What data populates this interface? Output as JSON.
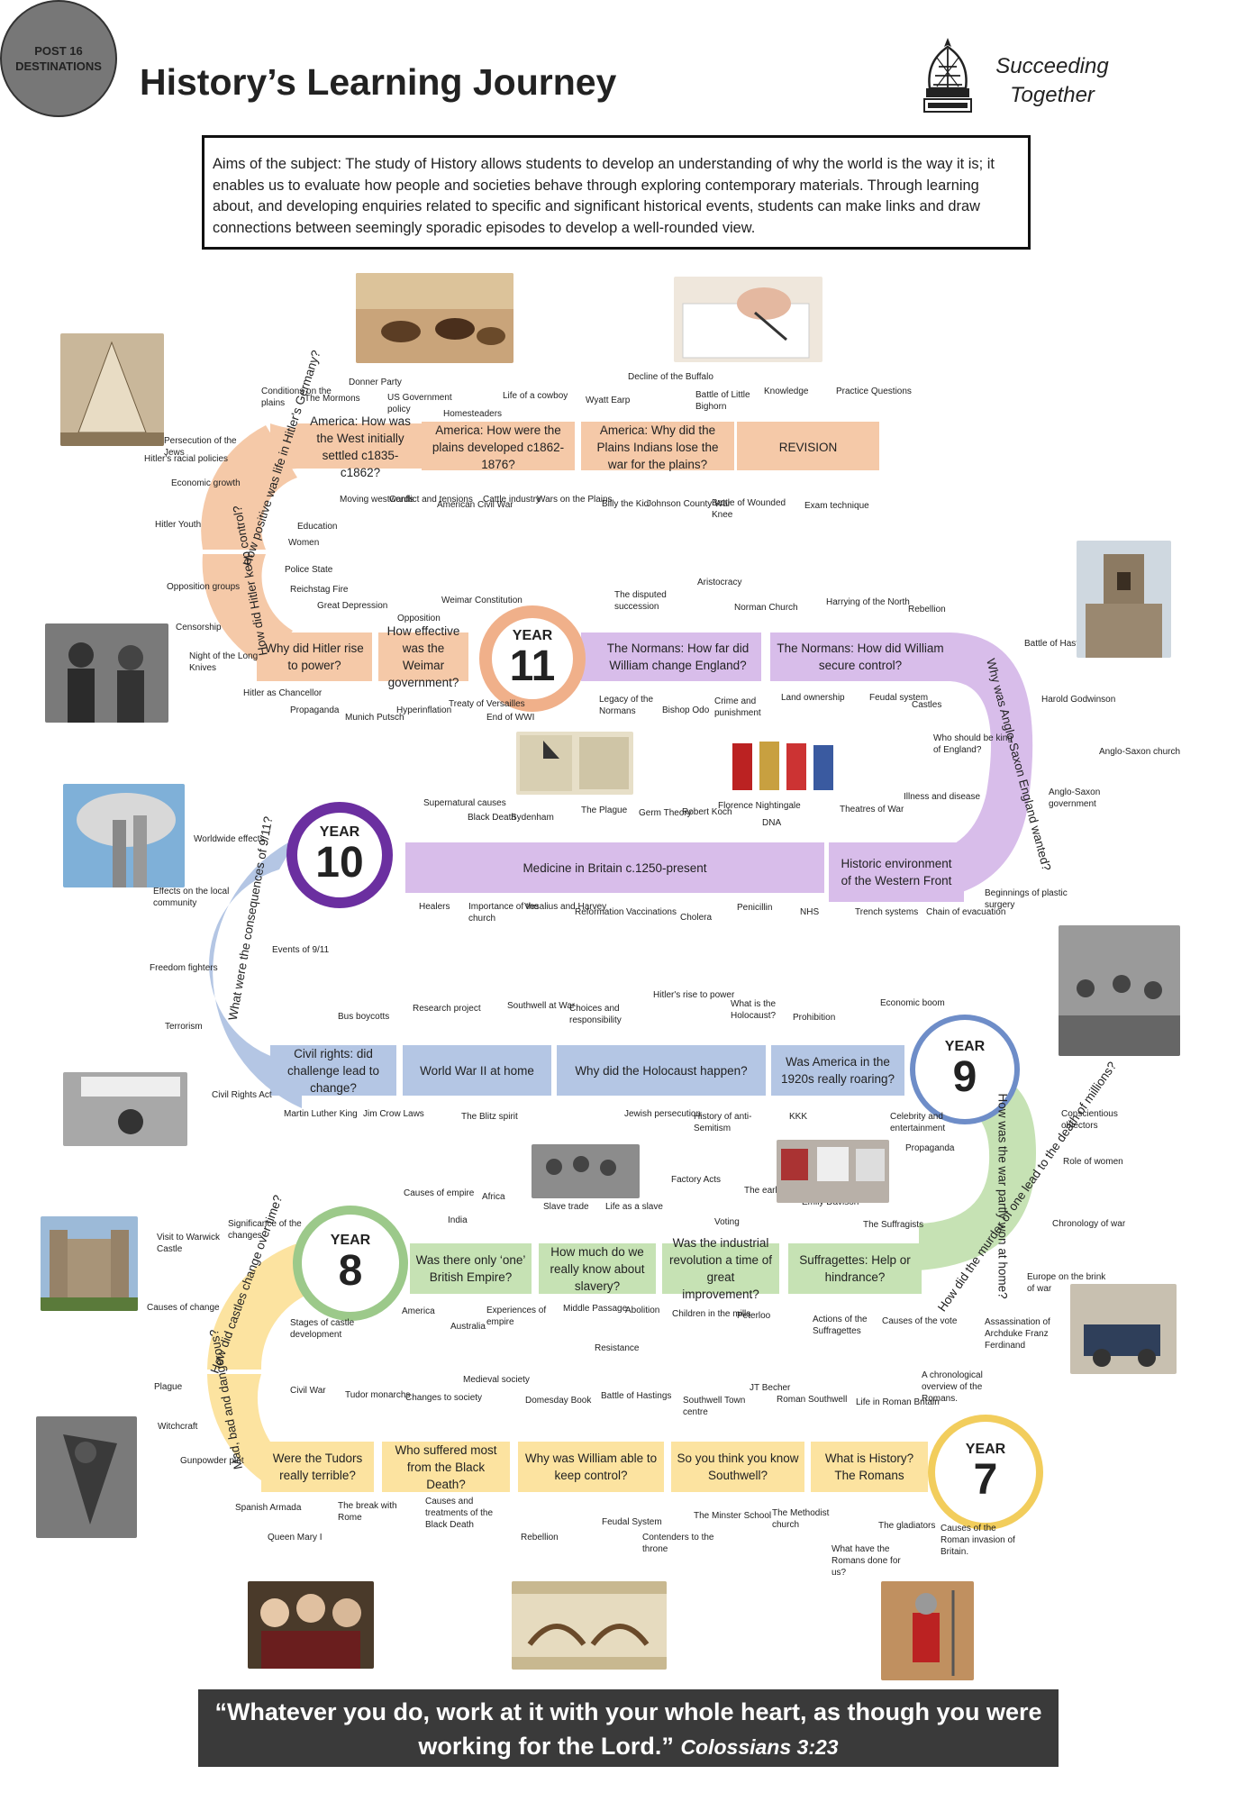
{
  "header": {
    "title": "History’s Learning Journey",
    "motto_line1": "Succeeding",
    "motto_line2": "Together"
  },
  "aims": {
    "text": "Aims of the subject: The study of History allows students to develop an understanding of why the world is the way it is; it enables us to evaluate how people and societies behave through exploring contemporary materials. Through learning about, and developing enquiries related to specific and significant historical events, students can make links and draw connections between seemingly sporadic episodes to develop a well-rounded view."
  },
  "post16": {
    "line1": "POST 16",
    "line2": "DESTINATIONS"
  },
  "years": {
    "y11": {
      "label": "YEAR",
      "num": "11"
    },
    "y10": {
      "label": "YEAR",
      "num": "10"
    },
    "y9": {
      "label": "YEAR",
      "num": "9"
    },
    "y8": {
      "label": "YEAR",
      "num": "8"
    },
    "y7": {
      "label": "YEAR",
      "num": "7"
    }
  },
  "colors": {
    "y11": "#f5c9a8",
    "y11_ring": "#e8a47c",
    "y10": "#d8bdea",
    "y10_ring": "#6b2fa0",
    "y9": "#b4c6e4",
    "y9_ring": "#6e8dc8",
    "y8": "#c6e2b4",
    "y8_ring": "#9cc98a",
    "y7": "#fce3a0",
    "y7_ring": "#f2cd5c"
  },
  "units": {
    "america_west": "America: How was the West initially settled c1835-c1862?",
    "america_plains": "America: How were the plains developed c1862-1876?",
    "america_war": "America: Why did the Plains Indians lose the war for the plains?",
    "revision": "REVISION",
    "hitler_life": "How positive was life in Hitler's Germany?",
    "hitler_control": "How did Hitler keep control?",
    "hitler_power": "Why did Hitler rise to power?",
    "weimar": "How effective was the Weimar government?",
    "normans_change": "The Normans: How far did William change England?",
    "normans_secure": "The Normans: How did William secure control?",
    "anglo_saxon": "Why was Anglo-Saxon England wanted?",
    "medicine": "Medicine in Britain c.1250-present",
    "western_front": "Historic environment of the Western Front",
    "nine_eleven": "What were the consequences of 9/11?",
    "civil_rights": "Civil rights: did challenge lead to change?",
    "ww2_home": "World War II at home",
    "holocaust": "Why did the Holocaust happen?",
    "roaring": "Was America in the 1920s really roaring?",
    "war_home": "How was the war partly won at home?",
    "ww1": "How did the murder of one lead to the death of millions?",
    "suffragettes": "Suffragettes: Help or hindrance?",
    "industrial": "Was the industrial revolution a time of great improvement?",
    "slavery": "How much do we really know about slavery?",
    "british_empire": "Was there only ‘one’ British Empire?",
    "castles": "How did castles change over time?",
    "mad_bad": "Mad, bad and dangerous?",
    "tudors": "Were the Tudors really terrible?",
    "black_death": "Who suffered most from the Black Death?",
    "william": "Why was William able to keep control?",
    "southwell": "So you think you know Southwell?",
    "romans": "What is History? The Romans"
  },
  "labels": {
    "y11_top": [
      "Conditions on the plains",
      "The Mormons",
      "Donner Party",
      "US Government policy",
      "Homesteaders",
      "Life of a cowboy",
      "Wyatt Earp",
      "Decline of the Buffalo",
      "Battle of Little Bighorn",
      "Knowledge",
      "Practice Questions"
    ],
    "y11_bottom": [
      "Moving westwards",
      "Conflict and tensions",
      "American Civil War",
      "Cattle industry",
      "Wars on the Plains",
      "Billy the Kid",
      "Johnson County War",
      "Battle of Wounded Knee",
      "Exam technique"
    ],
    "y11_hitler": [
      "Persecution of the Jews",
      "Hitler's racial policies",
      "Economic growth",
      "Hitler Youth",
      "Education",
      "Women",
      "Police State",
      "Reichstag Fire",
      "Great Depression",
      "Opposition groups",
      "Censorship",
      "Night of the Long Knives",
      "Hitler as Chancellor",
      "Propaganda",
      "Munich Putsch",
      "Opposition",
      "Weimar Constitution",
      "Hyperinflation",
      "Treaty of Versailles",
      "End of WWI"
    ],
    "y11_normans": [
      "The disputed succession",
      "Aristocracy",
      "Norman Church",
      "Harrying of the North",
      "Rebellion",
      "Legacy of the Normans",
      "Bishop Odo",
      "Crime and punishment",
      "Land ownership",
      "Feudal system",
      "Castles",
      "Battle of Hastings",
      "Harold Godwinson",
      "Who should be king of England?",
      "Anglo-Saxon church",
      "Anglo-Saxon government"
    ],
    "y10_top": [
      "Supernatural causes",
      "Black Death",
      "Sydenham",
      "The Plague",
      "Germ Theory",
      "Robert Koch",
      "Florence Nightingale",
      "DNA",
      "Theatres of War",
      "Illness and disease"
    ],
    "y10_bottom": [
      "Healers",
      "Importance of the church",
      "Vesalius and Harvey",
      "Reformation",
      "Vaccinations",
      "Cholera",
      "Penicillin",
      "NHS",
      "Trench systems",
      "Chain of evacuation",
      "Beginnings of plastic surgery"
    ],
    "y10_911": [
      "Worldwide effects",
      "Effects on the local community",
      "Events of 9/11",
      "Freedom fighters",
      "Terrorism"
    ],
    "y9_top": [
      "Bus boycotts",
      "Research project",
      "Southwell at War",
      "Choices and responsibility",
      "Hitler's rise to power",
      "What is the Holocaust?",
      "Prohibition",
      "Economic boom"
    ],
    "y9_bottom": [
      "Civil Rights Act",
      "Martin Luther King",
      "Jim Crow Laws",
      "The Blitz spirit",
      "Jewish persecution",
      "History of anti-Semitism",
      "KKK",
      "Celebrity and entertainment"
    ],
    "y9_right": [
      "Conscientious objectors",
      "Propaganda",
      "Role of women",
      "Chronology of war",
      "Europe on the brink of war",
      "Assassination of Archduke Franz Ferdinand"
    ],
    "y8_top": [
      "Causes of empire",
      "India",
      "Africa",
      "Slave trade",
      "Life as a slave",
      "Factory Acts",
      "The early police",
      "Voting",
      "Emily Davison",
      "The Suffragists",
      "Significance of the changes",
      "Visit to Warwick Castle"
    ],
    "y8_bottom": [
      "America",
      "Australia",
      "Experiences of empire",
      "Middle Passage",
      "Abolition",
      "Resistance",
      "Children in the mills",
      "Peterloo",
      "Actions of the Suffragettes",
      "Causes of the vote",
      "Causes of change",
      "Stages of castle development"
    ],
    "y7_top": [
      "Plague",
      "Civil War",
      "Witchcraft",
      "Gunpowder plot",
      "Tudor monarchs",
      "Changes to society",
      "Medieval society",
      "Domesday Book",
      "Battle of Hastings",
      "Southwell Town centre",
      "JT Becher",
      "Roman Southwell",
      "Life in Roman Britain",
      "A chronological overview of the Romans."
    ],
    "y7_bottom": [
      "Spanish Armada",
      "Queen Mary I",
      "The break with Rome",
      "Causes and treatments of the Black Death",
      "Rebellion",
      "Feudal System",
      "Contenders to the throne",
      "The Minster School",
      "The Methodist church",
      "What have the Romans done for us?",
      "The gladiators",
      "Causes of the Roman invasion of Britain."
    ]
  },
  "photos": [
    "teepee",
    "cowboys-painting",
    "writing-hand",
    "nazi-officers",
    "norman-church-tower",
    "plague-doctor-poster",
    "norman-figures",
    "twin-towers",
    "munitions-factory",
    "we-wont-go-protest",
    "slavery-photo",
    "suffragettes-protest",
    "castle",
    "archduke-assassination",
    "witch-illustration",
    "tudor-portraits",
    "bayeux-tapestry",
    "roman-soldier"
  ],
  "quote": {
    "text": "“Whatever you do, work at it with your whole heart, as though you were working for the Lord.”",
    "ref": "Colossians 3:23"
  }
}
